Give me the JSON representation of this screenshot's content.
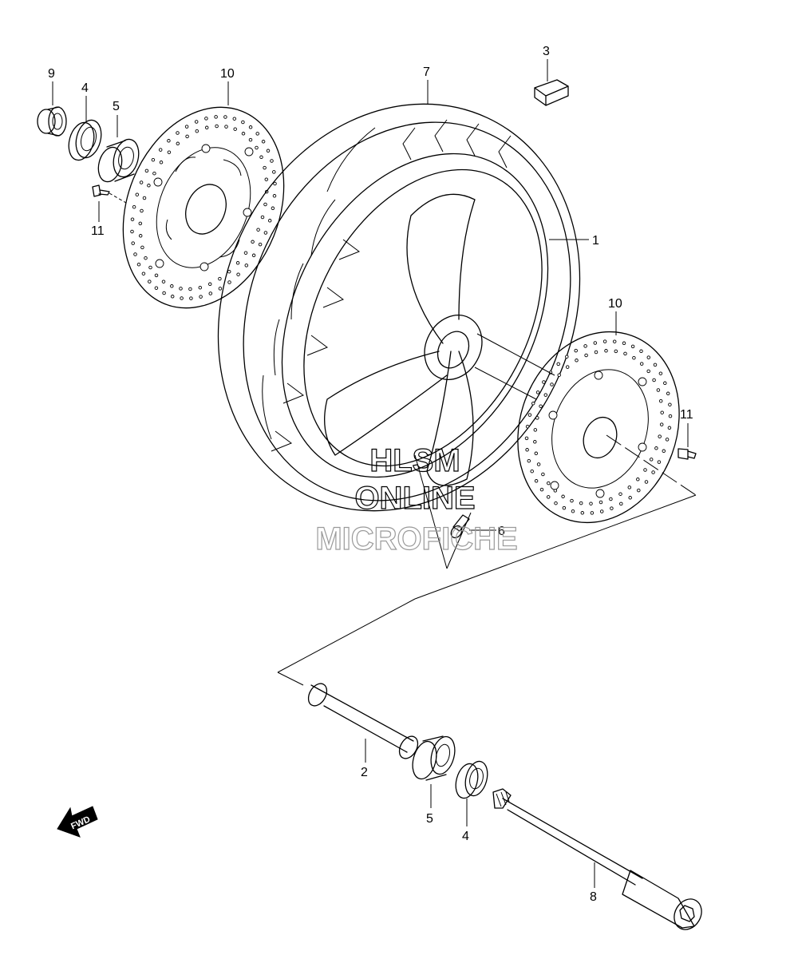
{
  "watermark": {
    "line1": "HLSM",
    "line2": "ONLINE",
    "line3": "MICROFICHE"
  },
  "fwd_label": "FWD",
  "callouts": {
    "p9": "9",
    "p4a": "4",
    "p5a": "5",
    "p10a": "10",
    "p11a": "11",
    "p7": "7",
    "p3": "3",
    "p1": "1",
    "p10b": "10",
    "p11b": "11",
    "p6": "6",
    "p2": "2",
    "p5b": "5",
    "p4b": "4",
    "p8": "8"
  }
}
